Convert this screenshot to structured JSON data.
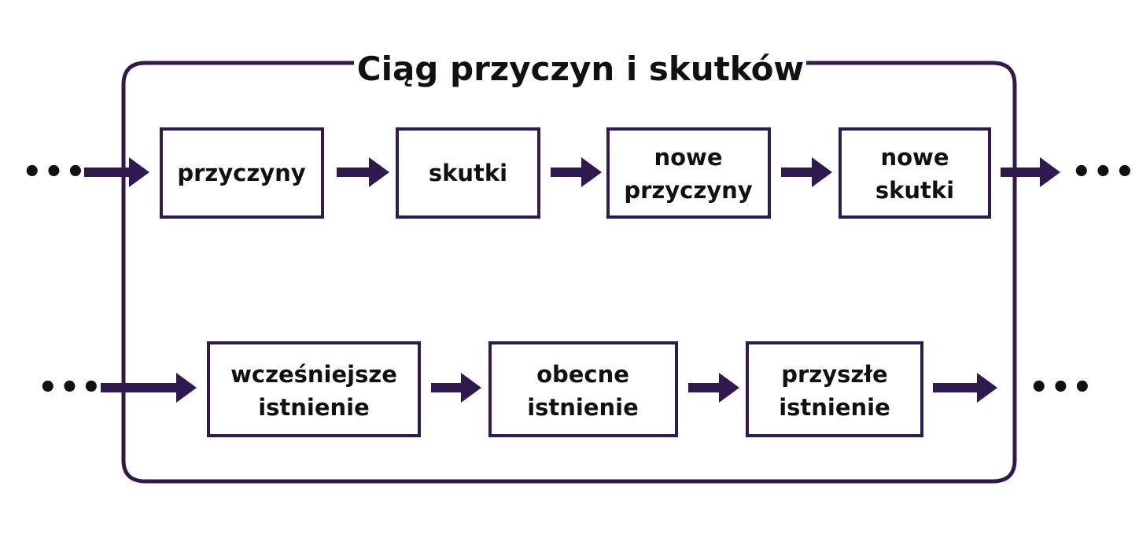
{
  "title": "Ciąg przyczyn i skutków",
  "colors": {
    "accent": "#2e1a4f",
    "text": "#111111",
    "background": "#ffffff"
  },
  "ellipsis": "•••",
  "rows": [
    {
      "nodes": [
        {
          "id": "przyczyny",
          "lines": [
            "przyczyny"
          ]
        },
        {
          "id": "skutki",
          "lines": [
            "skutki"
          ]
        },
        {
          "id": "nowe-przyczyny",
          "lines": [
            "nowe",
            "przyczyny"
          ]
        },
        {
          "id": "nowe-skutki",
          "lines": [
            "nowe",
            "skutki"
          ]
        }
      ]
    },
    {
      "nodes": [
        {
          "id": "wczesniejsze-istnienie",
          "lines": [
            "wcześniejsze",
            "istnienie"
          ]
        },
        {
          "id": "obecne-istnienie",
          "lines": [
            "obecne",
            "istnienie"
          ]
        },
        {
          "id": "przyszle-istnienie",
          "lines": [
            "przyszłe",
            "istnienie"
          ]
        }
      ]
    }
  ]
}
